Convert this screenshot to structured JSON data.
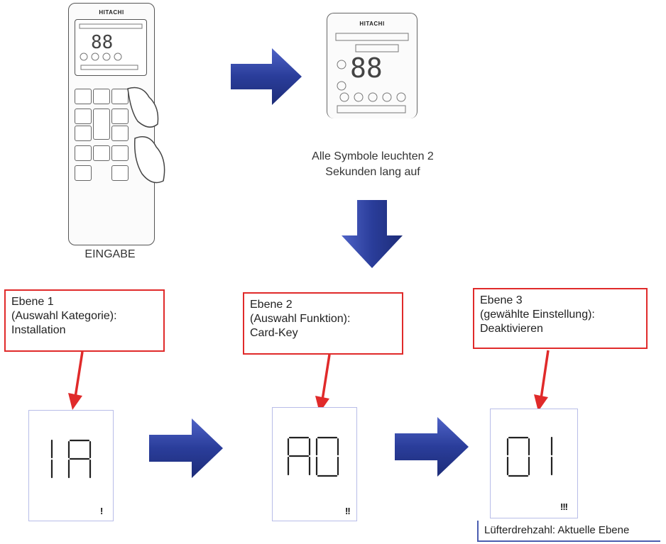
{
  "remote": {
    "brand": "HITACHI",
    "caption": "EINGABE"
  },
  "preview": {
    "brand": "HITACHI",
    "caption_line1": "Alle Symbole leuchten 2",
    "caption_line2": "Sekunden lang auf"
  },
  "levels": [
    {
      "line1": "Ebene 1",
      "line2": "(Auswahl Kategorie):",
      "line3": "Installation",
      "display": "1A",
      "speed": "!"
    },
    {
      "line1": "Ebene 2",
      "line2": "(Auswahl Funktion):",
      "line3": "Card-Key",
      "display": "A0",
      "speed": "!!"
    },
    {
      "line1": "Ebene 3",
      "line2": "(gewählte Einstellung):",
      "line3": "Deaktivieren",
      "display": "01",
      "speed": "!!!"
    }
  ],
  "legend": {
    "text": "Lüfterdrehzahl: Aktuelle Ebene"
  },
  "colors": {
    "arrow": "#2a3d9a",
    "arrow_light": "#4f63c7",
    "callout_border": "#e02a2a",
    "pointer": "#e02a2a",
    "lcd_border": "#b8bde8"
  },
  "icons": [
    "remote-control-icon",
    "hand-pointer-icon",
    "right-arrow-icon",
    "down-arrow-icon",
    "red-pointer-arrow-icon"
  ]
}
